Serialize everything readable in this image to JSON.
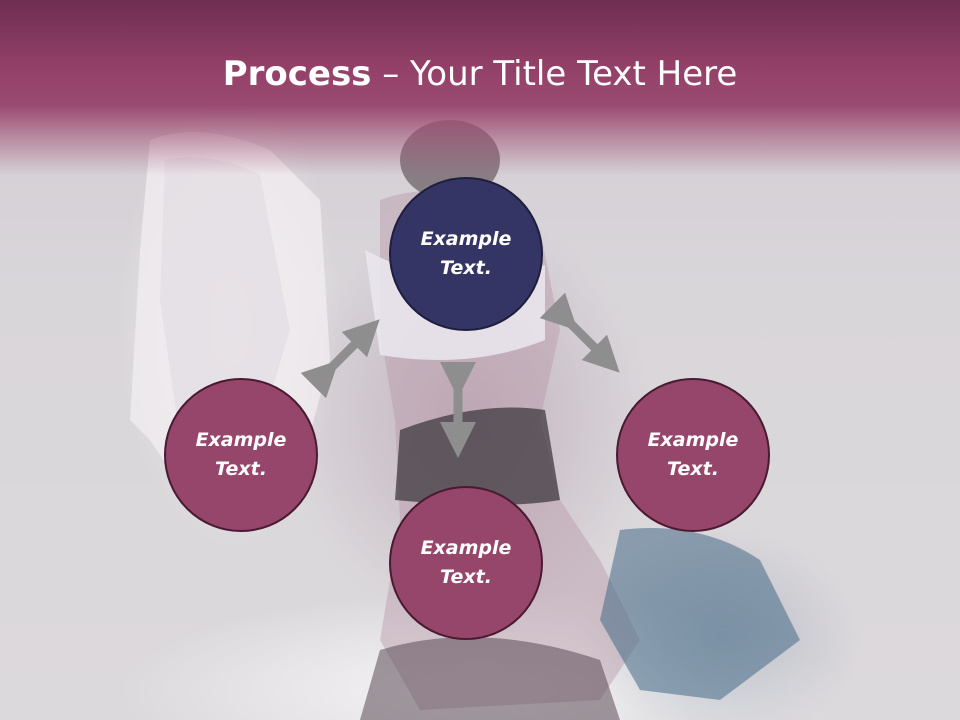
{
  "slide": {
    "title_bold": "Process",
    "title_rest": " – Your Title Text Here"
  },
  "nodes": {
    "top": "Example Text.",
    "left": "Example Text.",
    "right": "Example Text.",
    "bottom": "Example Text."
  },
  "colors": {
    "header": "#934068",
    "node_primary": "#353565",
    "node_secondary": "#96456b",
    "arrow": "#8e8e8e",
    "title_text": "#ffffff"
  }
}
